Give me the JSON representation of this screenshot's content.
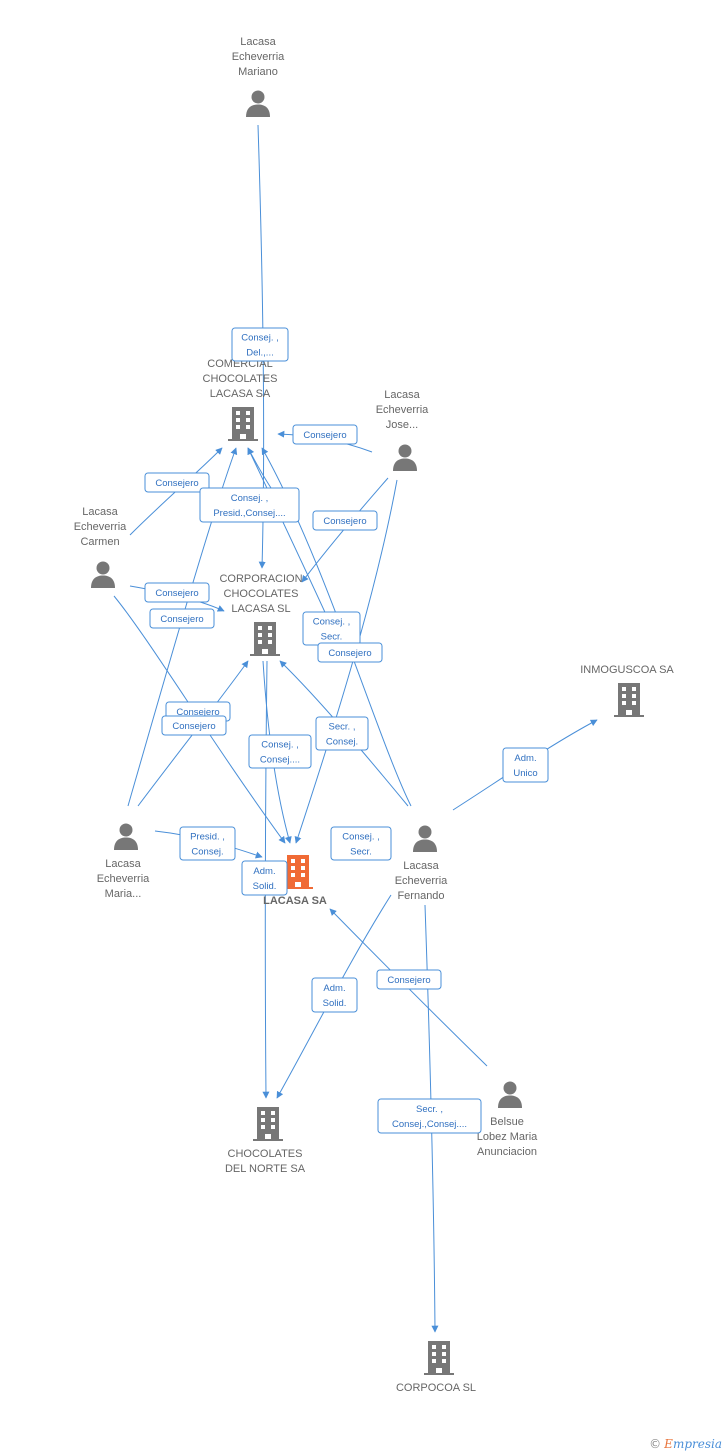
{
  "colors": {
    "edge": "#4a8fd8",
    "node": "#777777",
    "focus": "#f06a35"
  },
  "nodes": [
    {
      "id": "mariano",
      "type": "person",
      "lines": [
        "Lacasa",
        "Echeverria",
        "Mariano"
      ]
    },
    {
      "id": "comercial",
      "type": "company",
      "lines": [
        "COMERCIAL",
        "CHOCOLATES",
        "LACASA SA"
      ]
    },
    {
      "id": "jose",
      "type": "person",
      "lines": [
        "Lacasa",
        "Echeverria",
        "Jose..."
      ]
    },
    {
      "id": "carmen",
      "type": "person",
      "lines": [
        "Lacasa",
        "Echeverria",
        "Carmen"
      ]
    },
    {
      "id": "corporacion",
      "type": "company",
      "lines": [
        "CORPORACION",
        "CHOCOLATES",
        "LACASA SL"
      ]
    },
    {
      "id": "inmoguscoa",
      "type": "company",
      "lines": [
        "INMOGUSCOA SA"
      ]
    },
    {
      "id": "maria",
      "type": "person",
      "lines": [
        "Lacasa",
        "Echeverria",
        "Maria..."
      ]
    },
    {
      "id": "lacasa",
      "type": "focus",
      "lines": [
        "LACASA SA"
      ]
    },
    {
      "id": "fernando",
      "type": "person",
      "lines": [
        "Lacasa",
        "Echeverria",
        "Fernando"
      ]
    },
    {
      "id": "belsue",
      "type": "person",
      "lines": [
        "Belsue",
        "Lobez Maria",
        "Anunciacion"
      ]
    },
    {
      "id": "chocnorte",
      "type": "company",
      "lines": [
        "CHOCOLATES",
        "DEL NORTE SA"
      ]
    },
    {
      "id": "corpocoa",
      "type": "company",
      "lines": [
        "CORPOCOA SL"
      ]
    }
  ],
  "edges": [
    {
      "id": "e1",
      "lines": [
        "Consej. ,",
        "Del.,..."
      ]
    },
    {
      "id": "e2",
      "lines": [
        "Consejero"
      ]
    },
    {
      "id": "e3",
      "lines": [
        "Consejero"
      ]
    },
    {
      "id": "e4",
      "lines": [
        "Consej. ,",
        "Presid.,Consej...."
      ]
    },
    {
      "id": "e5",
      "lines": [
        "Consejero"
      ]
    },
    {
      "id": "e6",
      "lines": [
        "Consejero"
      ]
    },
    {
      "id": "e7",
      "lines": [
        "Consejero"
      ]
    },
    {
      "id": "e8",
      "lines": [
        "Consej. ,",
        "Secr."
      ]
    },
    {
      "id": "e9",
      "lines": [
        "Consejero"
      ]
    },
    {
      "id": "e10",
      "lines": [
        "Consejero"
      ]
    },
    {
      "id": "e11",
      "lines": [
        "Consejero"
      ]
    },
    {
      "id": "e12",
      "lines": [
        "Consej. ,",
        "Consej...."
      ]
    },
    {
      "id": "e13",
      "lines": [
        "Secr. ,",
        "Consej."
      ]
    },
    {
      "id": "e14",
      "lines": [
        "Adm.",
        "Unico"
      ]
    },
    {
      "id": "e15",
      "lines": [
        "Presid. ,",
        "Consej."
      ]
    },
    {
      "id": "e16",
      "lines": [
        "Consej. ,",
        "Secr."
      ]
    },
    {
      "id": "e17",
      "lines": [
        "Adm.",
        "Solid."
      ]
    },
    {
      "id": "e18",
      "lines": [
        "Adm.",
        "Solid."
      ]
    },
    {
      "id": "e19",
      "lines": [
        "Consejero"
      ]
    },
    {
      "id": "e20",
      "lines": [
        "Secr. ,",
        "Consej.,Consej...."
      ]
    }
  ],
  "watermark": {
    "copyright": "©",
    "brand_initial": "E",
    "brand_rest": "mpresia"
  }
}
